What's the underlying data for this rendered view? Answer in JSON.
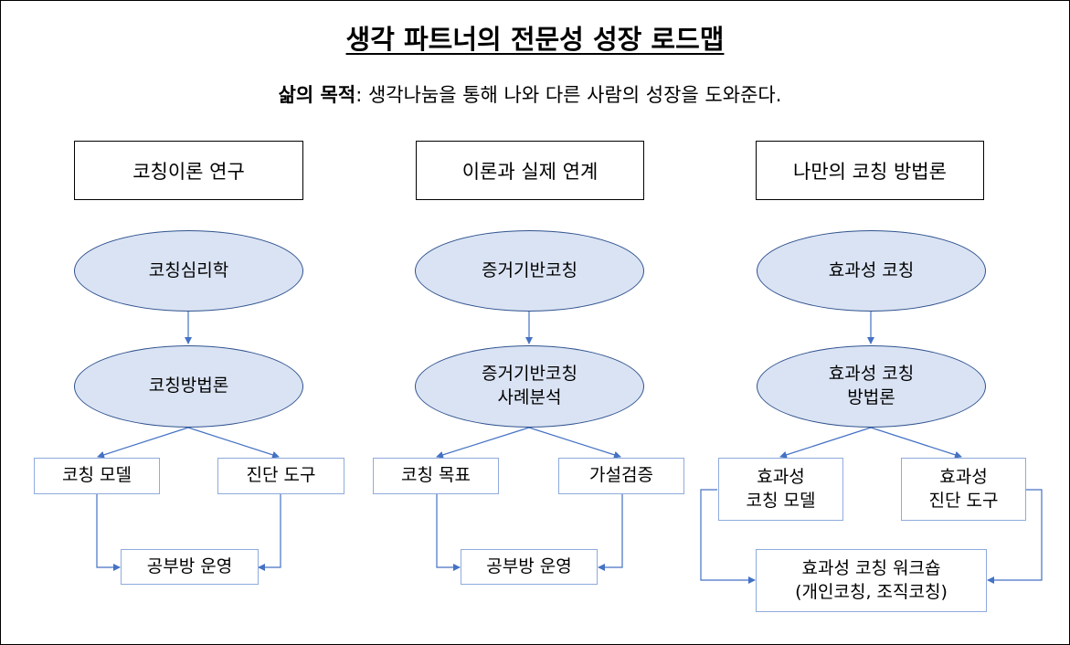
{
  "title": "생각 파트너의 전문성 성장 로드맵",
  "purpose": {
    "label": "삶의 목적",
    "text": ": 생각나눔을 통해 나와 다른 사람의 성장을 도와준다."
  },
  "columns": [
    {
      "header": "코칭이론 연구",
      "ellipse1": "코칭심리학",
      "ellipse2": "코칭방법론",
      "left_box": "코칭 모델",
      "right_box": "진단 도구",
      "bottom_box": "공부방 운영"
    },
    {
      "header": "이론과 실제 연계",
      "ellipse1": "증거기반코칭",
      "ellipse2": "증거기반코칭\n사례분석",
      "left_box": "코칭 목표",
      "right_box": "가설검증",
      "bottom_box": "공부방 운영"
    },
    {
      "header": "나만의 코칭 방법론",
      "ellipse1": "효과성 코칭",
      "ellipse2": "효과성 코칭\n방법론",
      "left_box": "효과성\n코칭 모델",
      "right_box": "효과성\n진단 도구",
      "bottom_box": "효과성 코칭 워크숍\n(개인코칭, 조직코칭)"
    }
  ]
}
